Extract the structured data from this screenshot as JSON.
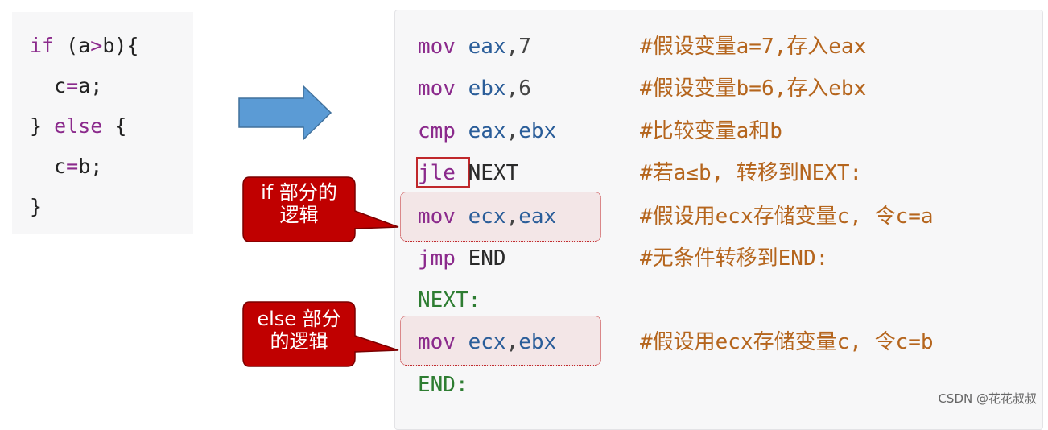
{
  "c_code": {
    "line1": {
      "kw": "if",
      "rest1": " (a",
      "op": ">",
      "rest2": "b){"
    },
    "line2": {
      "lhs": "  c",
      "op": "=",
      "rhs": "a;"
    },
    "line3": {
      "brace": "} ",
      "kw": "else",
      "rest": " {"
    },
    "line4": {
      "lhs": "  c",
      "op": "=",
      "rhs": "b;"
    },
    "line5": {
      "text": "}"
    }
  },
  "asm": {
    "l1": {
      "ins": "mov",
      "reg": "eax",
      "rest": ",7",
      "comment": "#假设变量a=7,存入eax"
    },
    "l2": {
      "ins": "mov",
      "reg": "ebx",
      "rest": ",6",
      "comment": "#假设变量b=6,存入ebx"
    },
    "l3": {
      "ins": "cmp",
      "reg1": "eax",
      "sep": ",",
      "reg2": "ebx",
      "comment": "#比较变量a和b"
    },
    "l4": {
      "ins": "jle",
      "label": "NEXT",
      "comment": "#若a≤b, 转移到NEXT:"
    },
    "l5": {
      "ins": "mov",
      "reg1": "ecx",
      "sep": ",",
      "reg2": "eax",
      "comment": "#假设用ecx存储变量c, 令c=a"
    },
    "l6": {
      "ins": "jmp",
      "label": "END",
      "comment": "#无条件转移到END:"
    },
    "l7": {
      "label": "NEXT:"
    },
    "l8": {
      "ins": "mov",
      "reg1": "ecx",
      "sep": ",",
      "reg2": "ebx",
      "comment": "#假设用ecx存储变量c, 令c=b"
    },
    "l9": {
      "label": "END:"
    }
  },
  "callouts": {
    "if_text1": "if 部分的",
    "if_text2": "逻辑",
    "else_text1": "else 部分",
    "else_text2": "的逻辑"
  },
  "colors": {
    "callout_fill": "#c00000",
    "arrow_fill": "#5b9bd5",
    "highlight": "#c0282b"
  },
  "watermark": "CSDN @花花叔叔"
}
